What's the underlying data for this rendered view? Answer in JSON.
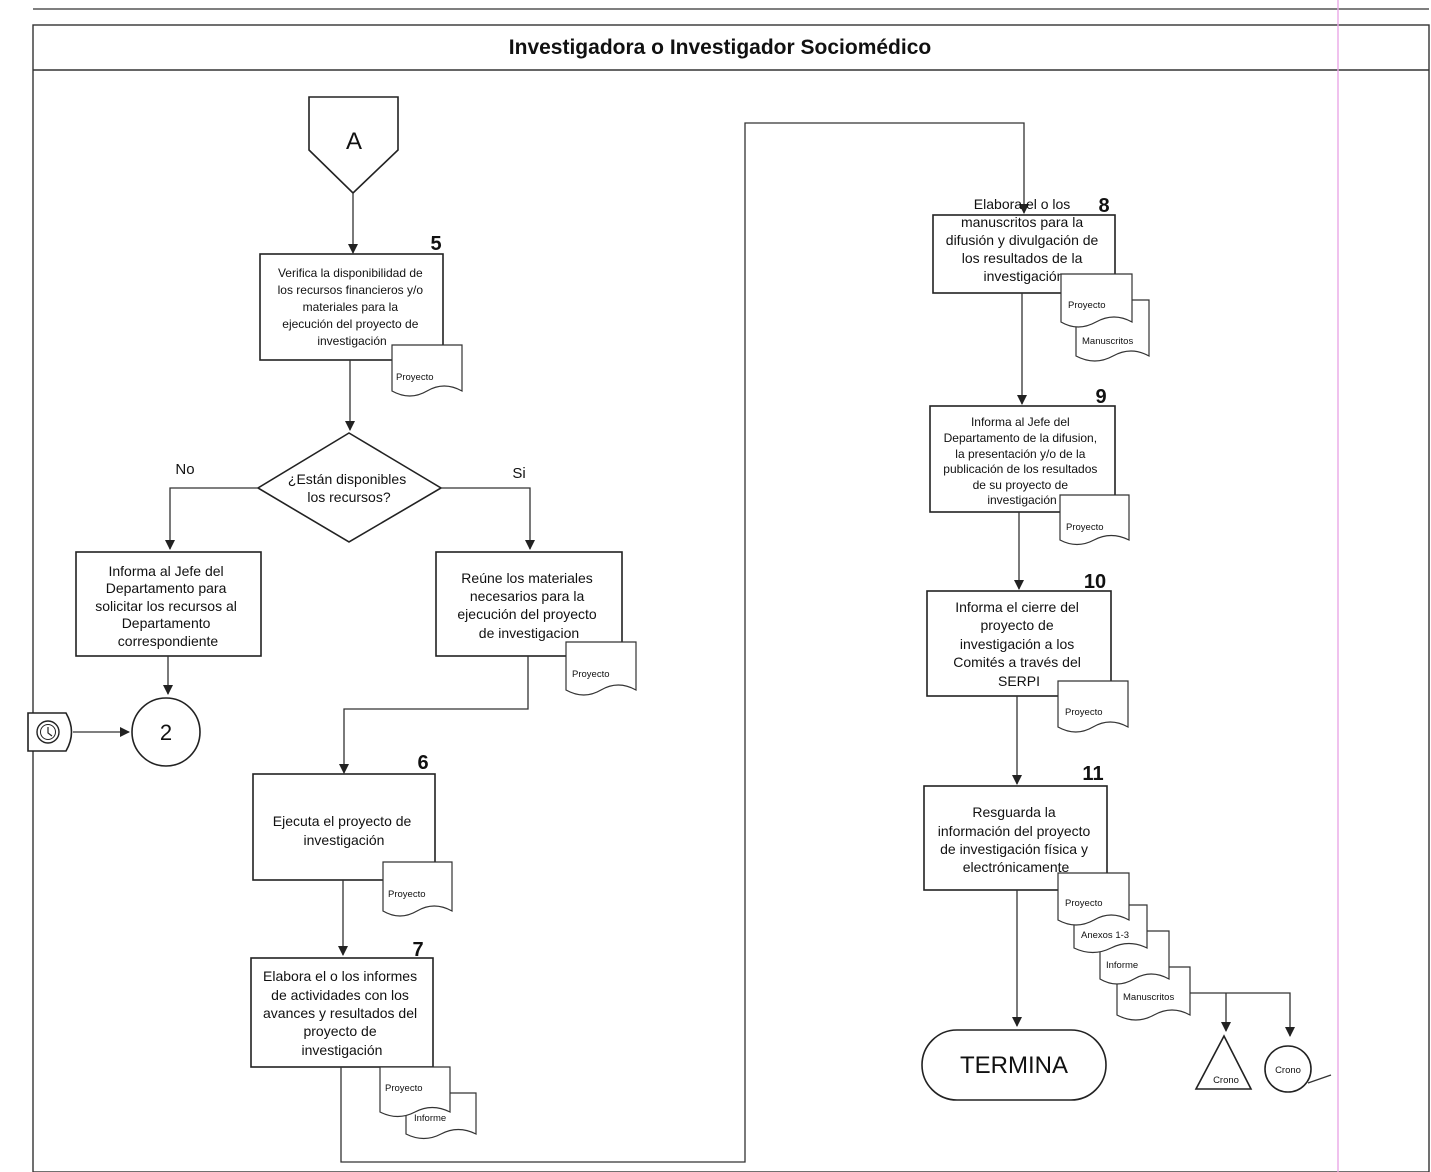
{
  "header": {
    "title": "Investigadora o Investigador Sociomédico"
  },
  "connectors": {
    "start": "A",
    "off_page": "2"
  },
  "decision": {
    "line1": "¿Están disponibles",
    "line2": "los recursos?",
    "no_label": "No",
    "yes_label": "Si"
  },
  "steps": {
    "s5": {
      "num": "5",
      "lines": [
        "Verifica la disponibilidad de",
        "los recursos financieros y/o",
        "materiales para la",
        "ejecución del proyecto de",
        "investigación"
      ]
    },
    "no_branch": {
      "lines": [
        "Informa al Jefe del",
        "Departamento para",
        "solicitar los recursos al",
        "Departamento",
        "correspondiente"
      ]
    },
    "yes_branch": {
      "lines": [
        "Reúne los materiales",
        "necesarios para la",
        "ejecución del proyecto",
        "de investigacion"
      ]
    },
    "s6": {
      "num": "6",
      "lines": [
        "Ejecuta el proyecto de",
        "investigación"
      ]
    },
    "s7": {
      "num": "7",
      "lines": [
        "Elabora el o los informes",
        "de actividades con los",
        "avances y resultados del",
        "proyecto de",
        "investigación"
      ]
    },
    "s8": {
      "num": "8",
      "lines": [
        "Elabora el o los",
        "manuscritos para la",
        "difusión y divulgación de",
        "los resultados de la",
        "investigación"
      ]
    },
    "s9": {
      "num": "9",
      "lines": [
        "Informa al Jefe del",
        "Departamento de la difusion,",
        "la presentación y/o de la",
        "publicación de los resultados",
        "de su proyecto de",
        "investigación"
      ]
    },
    "s10": {
      "num": "10",
      "lines": [
        "Informa el cierre del",
        "proyecto de",
        "investigación a los",
        "Comités a través del",
        "SERPI"
      ]
    },
    "s11": {
      "num": "11",
      "lines": [
        "Resguarda la",
        "información del proyecto",
        "de investigación física y",
        "electrónicamente"
      ]
    }
  },
  "documents": {
    "proyecto": "Proyecto",
    "proyecto_alt": "Proyecto",
    "manuscritos": "Manuscritos",
    "informe": "Informe",
    "anexos": "Anexos 1-3"
  },
  "end": {
    "label": "TERMINA"
  },
  "archives": {
    "triangle": "Crono",
    "circle": "Crono"
  }
}
